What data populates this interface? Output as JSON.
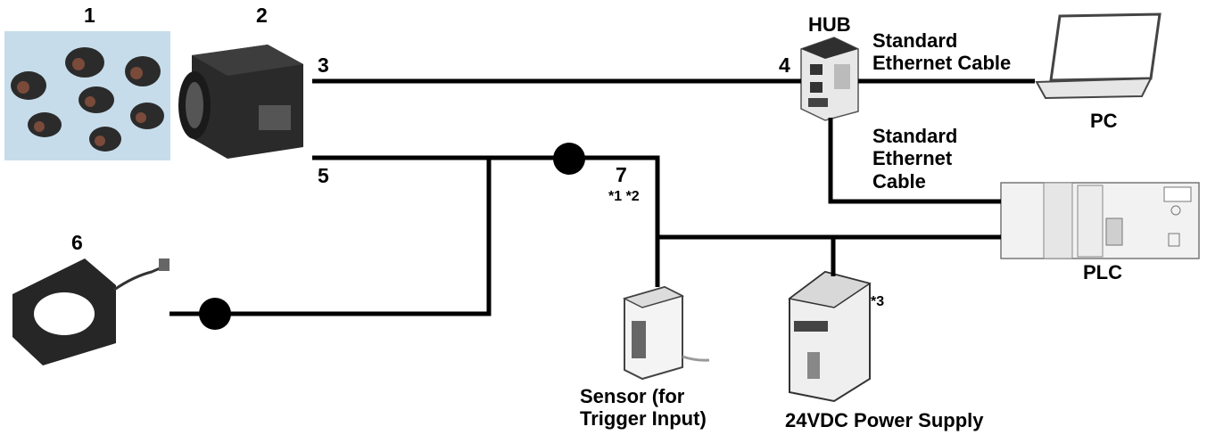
{
  "items": {
    "lens": {
      "num": "1"
    },
    "camera": {
      "num": "2"
    },
    "cable_camera_hub": {
      "num": "3"
    },
    "hub": {
      "num": "4",
      "label": "HUB"
    },
    "io_cable": {
      "num": "5"
    },
    "light": {
      "num": "6"
    },
    "io_branch": {
      "num": "7",
      "note": "*1 *2"
    },
    "pc": {
      "label": "PC"
    },
    "plc": {
      "label": "PLC"
    },
    "sensor": {
      "label": "Sensor (for\nTrigger Input)"
    },
    "power_supply": {
      "label": "24VDC Power Supply",
      "note": "*3"
    }
  },
  "cables": {
    "hub_pc": "Standard\nEthernet Cable",
    "hub_plc": "Standard\nEthernet\nCable"
  },
  "colors": {
    "line": "#000000",
    "lens_bg": "#c6dcea",
    "device_dark": "#2a2a2a",
    "device_light": "#eeeeee"
  }
}
